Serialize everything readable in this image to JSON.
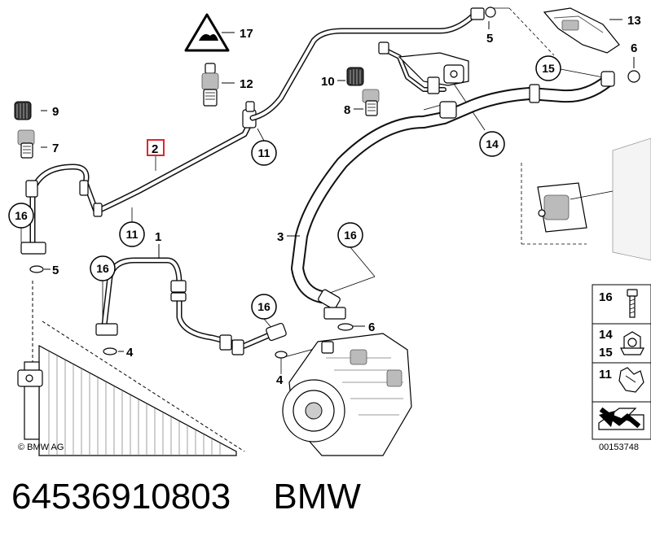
{
  "labels": {
    "l1": "1",
    "l2": "2",
    "l3": "3",
    "l4a": "4",
    "l4b": "4",
    "l5a": "5",
    "l5b": "5",
    "l6a": "6",
    "l6b": "6",
    "l7": "7",
    "l8": "8",
    "l9": "9",
    "l10": "10",
    "l11a": "11",
    "l11b": "11",
    "l12": "12",
    "l13": "13",
    "l14": "14",
    "l15": "15",
    "l16a": "16",
    "l16b": "16",
    "l16c": "16",
    "l16d": "16",
    "l17": "17"
  },
  "legend": {
    "item1": "16",
    "item2a": "14",
    "item2b": "15",
    "item3": "11"
  },
  "highlight_color": "#e0262b",
  "copyright": "© BMW AG",
  "diagram_id": "00153748",
  "part_number": "64536910803",
  "brand": "BMW"
}
